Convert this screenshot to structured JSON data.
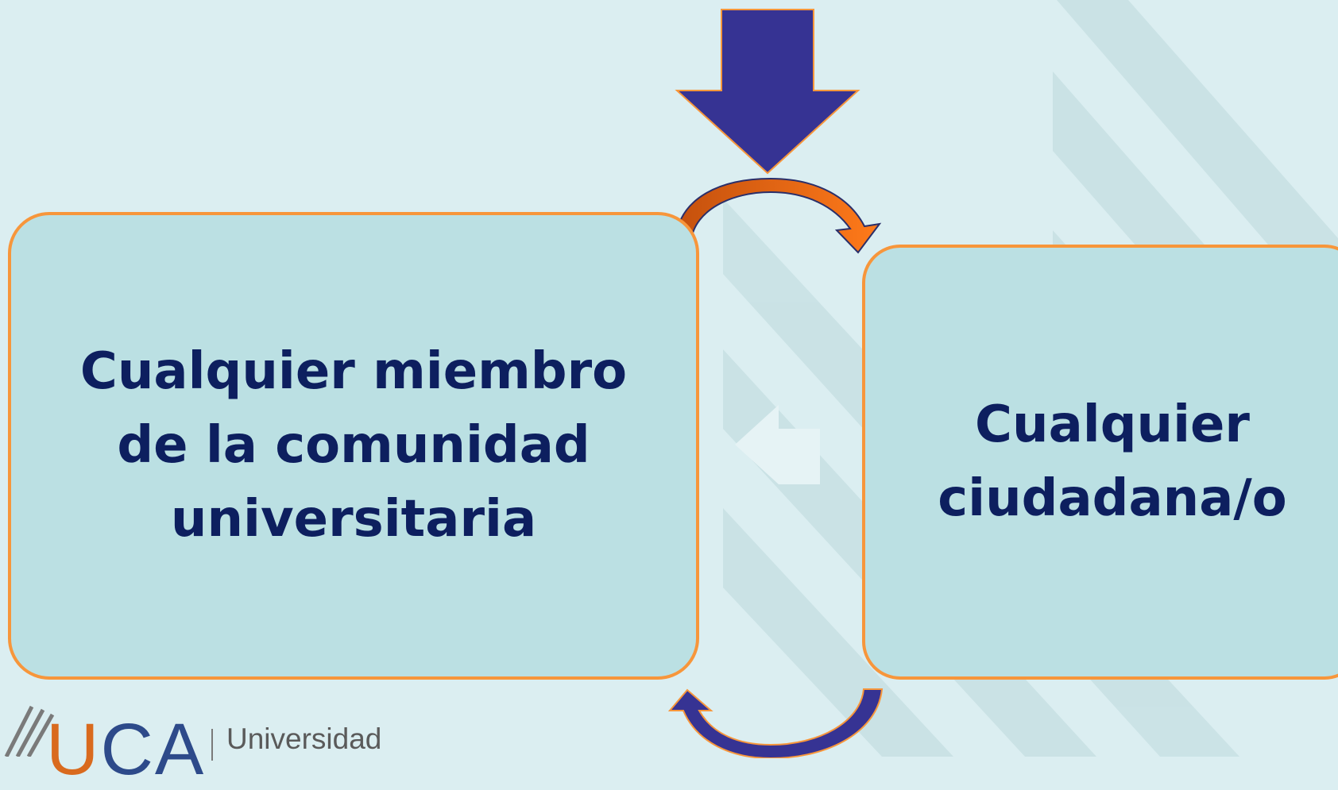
{
  "boxes": {
    "left_text": "Cualquier miembro\nde la comunidad\nuniversitaria",
    "right_text": "Cualquier\nciudadana/o"
  },
  "logo": {
    "u": "U",
    "ca": "CA",
    "name": "Universidad"
  },
  "colors": {
    "background": "#dbeef1",
    "box_fill": "#bbe0e3",
    "box_border": "#f7963b",
    "text": "#0d1f5f",
    "down_arrow": "#363393",
    "curved_arrow_top": "#e8670f",
    "curved_arrow_bottom": "#363393"
  },
  "icons": [
    "down-arrow-icon",
    "curved-arrow-top-icon",
    "curved-arrow-bottom-icon"
  ]
}
